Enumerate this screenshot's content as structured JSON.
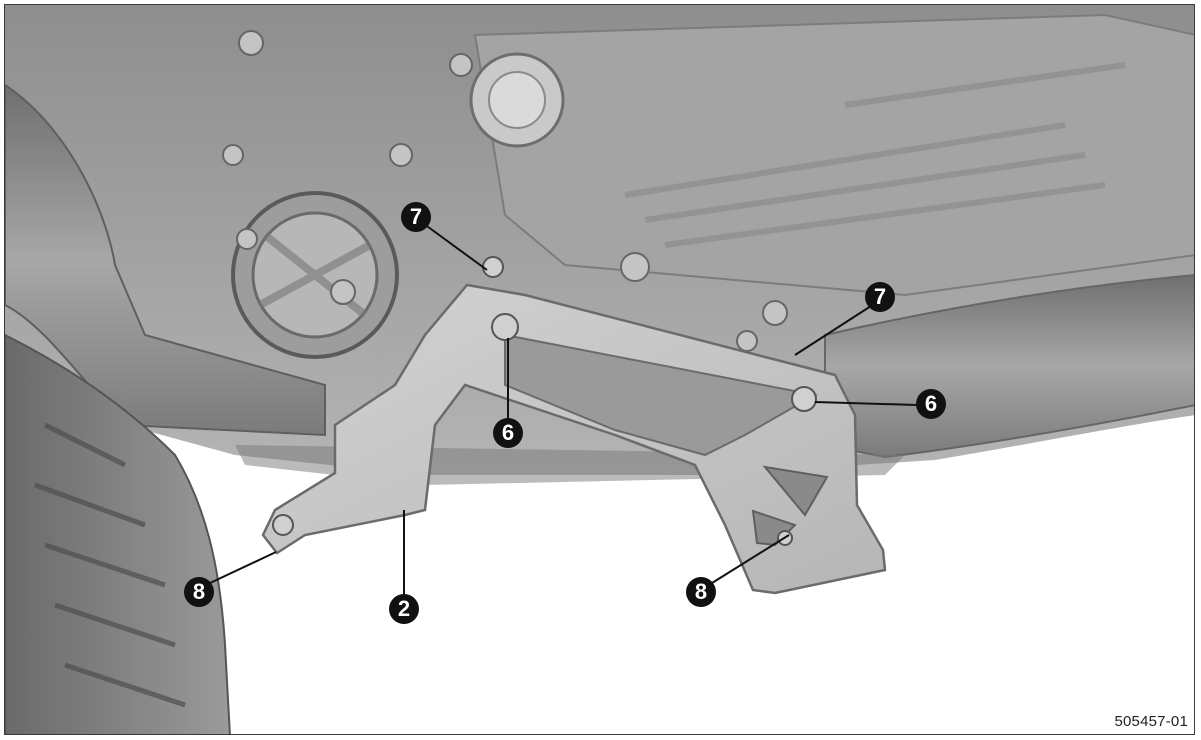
{
  "figure": {
    "id_label": "505457-01",
    "callouts": [
      {
        "key": "c7a",
        "label": "7"
      },
      {
        "key": "c7b",
        "label": "7"
      },
      {
        "key": "c6a",
        "label": "6"
      },
      {
        "key": "c6b",
        "label": "6"
      },
      {
        "key": "c8a",
        "label": "8"
      },
      {
        "key": "c8b",
        "label": "8"
      },
      {
        "key": "c2",
        "label": "2"
      }
    ]
  },
  "colors": {
    "callout_fill": "#111111",
    "callout_text": "#ffffff",
    "leader_line": "#111111"
  }
}
